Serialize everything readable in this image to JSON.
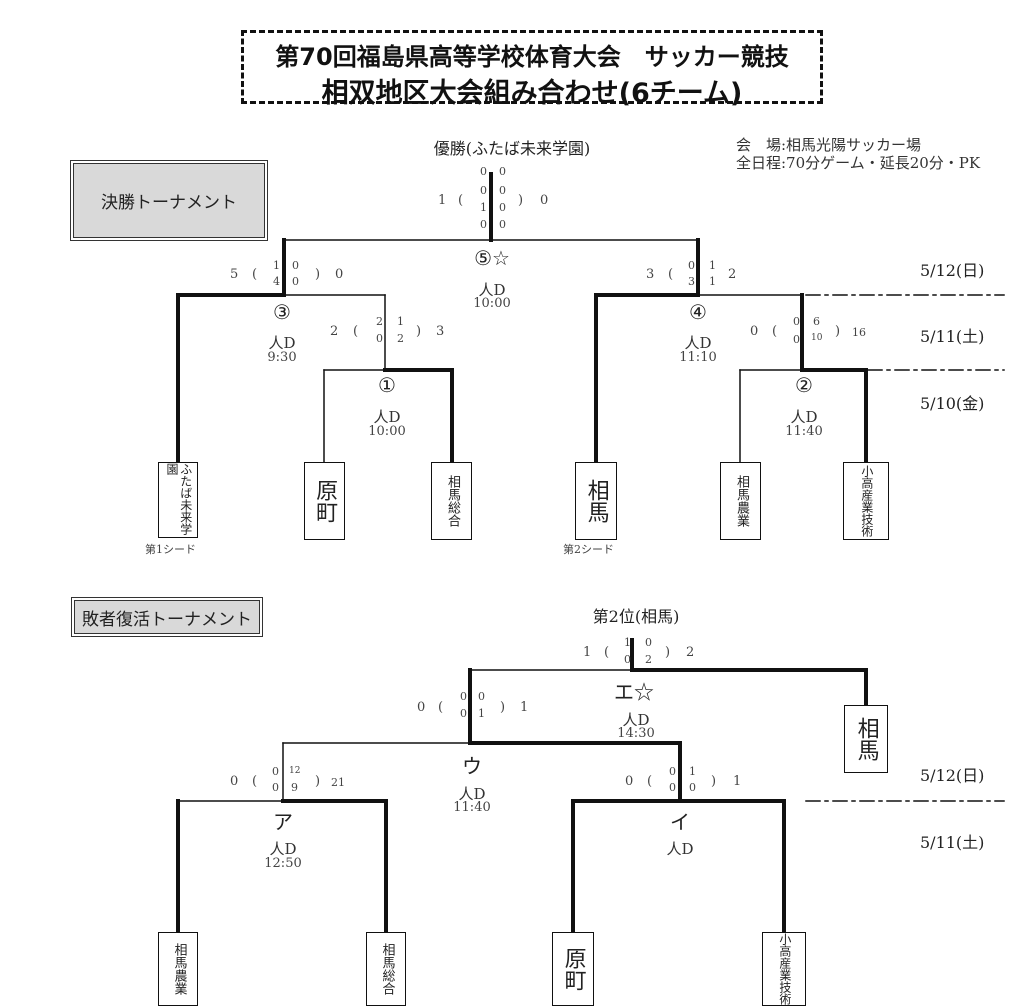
{
  "title": {
    "line1": "第70回福島県高等学校体育大会　サッカー競技",
    "line2": "相双地区大会組み合わせ(6チーム)"
  },
  "venue": {
    "line1": "会　場:相馬光陽サッカー場",
    "line2": "全日程:70分ゲーム・延長20分・PK"
  },
  "dates": {
    "d12": "5/12(日)",
    "d11": "5/11(土)",
    "d10": "5/10(金)"
  },
  "final_tournament": {
    "label": "決勝トーナメント",
    "champion": "優勝(ふたば未来学園)",
    "m5": {
      "no": "⑤☆",
      "venue": "人D",
      "time": "10:00",
      "left": "1",
      "right": "0",
      "open": "(",
      "close": ")",
      "s1": [
        "0",
        "0"
      ],
      "s2": [
        "0",
        "0"
      ],
      "s3": [
        "1",
        "0"
      ],
      "s4": [
        "0",
        "0"
      ]
    },
    "m3": {
      "no": "③",
      "venue": "人D",
      "time": "9:30",
      "left": "5",
      "right": "0",
      "open": "(",
      "close": ")",
      "s1": [
        "1",
        "0"
      ],
      "s2": [
        "4",
        "0"
      ]
    },
    "m4": {
      "no": "④",
      "venue": "人D",
      "time": "11:10",
      "left": "3",
      "right": "2",
      "open": "(",
      "s1": [
        "0",
        "1"
      ],
      "s2": [
        "3",
        "1"
      ]
    },
    "m1": {
      "no": "①",
      "venue": "人D",
      "time": "10:00",
      "left": "2",
      "right": "3",
      "open": "(",
      "close": ")",
      "s1": [
        "2",
        "1"
      ],
      "s2": [
        "0",
        "2"
      ]
    },
    "m2": {
      "no": "②",
      "venue": "人D",
      "time": "11:40",
      "left": "0",
      "right": "16",
      "open": "(",
      "close": ")",
      "s1": [
        "0",
        "6"
      ],
      "s2": [
        "0",
        "10"
      ]
    },
    "teams": {
      "futaba": "ふたば未来学園",
      "haramachi": "原町",
      "soma_sogo": "相馬総合",
      "soma": "相馬",
      "soma_nogyo": "相馬農業",
      "odaka": "小高産業技術"
    },
    "seed1": "第1シード",
    "seed2": "第2シード"
  },
  "consolation_tournament": {
    "label": "敗者復活トーナメント",
    "second_place": "第2位(相馬)",
    "mE": {
      "no": "エ☆",
      "venue": "人D",
      "time": "14:30",
      "left": "1",
      "right": "2",
      "open": "(",
      "close": ")",
      "s1": [
        "1",
        "0"
      ],
      "s2": [
        "0",
        "2"
      ]
    },
    "mU": {
      "no": "ウ",
      "venue": "人D",
      "time": "11:40",
      "left": "0",
      "right": "1",
      "open": "(",
      "close": ")",
      "s1": [
        "0",
        "0"
      ],
      "s2": [
        "0",
        "1"
      ]
    },
    "mA": {
      "no": "ア",
      "venue": "人D",
      "time": "12:50",
      "left": "0",
      "right": "21",
      "open": "(",
      "close": ")",
      "s1": [
        "0",
        "12"
      ],
      "s2": [
        "0",
        "9"
      ]
    },
    "mI": {
      "no": "イ",
      "venue": "人D",
      "left": "0",
      "right": "1",
      "open": "(",
      "close": ")",
      "s1": [
        "0",
        "1"
      ],
      "s2": [
        "0",
        "0"
      ]
    },
    "teams": {
      "soma": "相馬",
      "soma_nogyo": "相馬農業",
      "soma_sogo": "相馬総合",
      "haramachi": "原町",
      "odaka": "小高産業技術"
    }
  }
}
